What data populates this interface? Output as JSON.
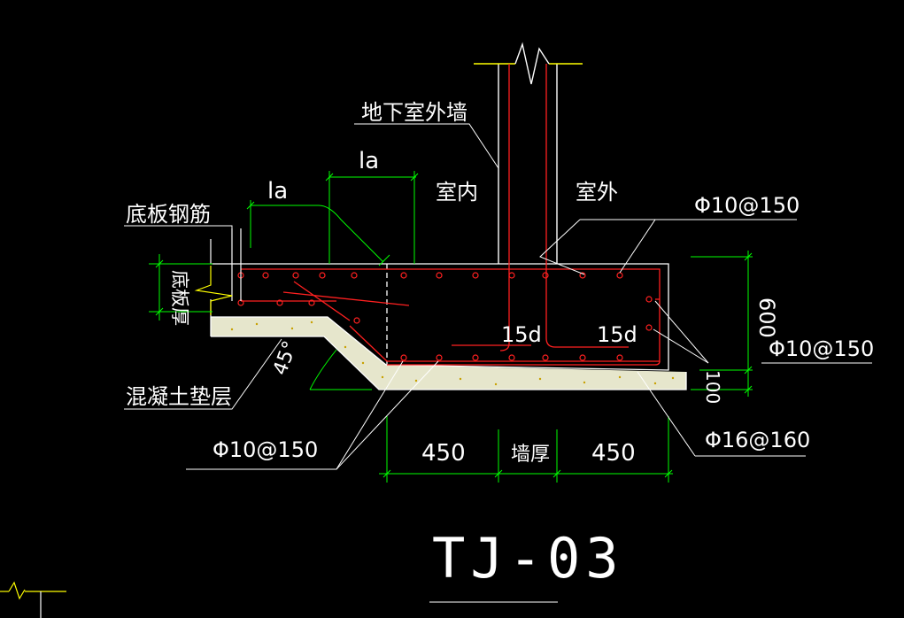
{
  "labels": {
    "basement_wall": "地下室外墙",
    "interior": "室内",
    "exterior": "室外",
    "la_top": "la",
    "la_left": "la",
    "slab_rebar": "底板钢筋",
    "slab_thickness": "底板厚",
    "concrete_cushion": "混凝土垫层",
    "angle": "45°",
    "rebar_top_right": "Φ10@150",
    "rebar_side_right": "Φ10@150",
    "rebar_bottom_left": "Φ10@150",
    "rebar_bottom_right": "Φ16@160",
    "anchor_left": "15d",
    "anchor_right": "15d",
    "dim_height": "600",
    "dim_cushion": "100",
    "dim_left": "450",
    "dim_wall": "墙厚",
    "dim_right": "450",
    "drawing_title": "TJ-03"
  },
  "colors": {
    "background": "#000000",
    "outline": "#ffffff",
    "rebar": "#ff2020",
    "dimension": "#00ff00",
    "wall_edge": "#ffff00",
    "cushion": "#e8e8c8",
    "leader": "#ffffff"
  }
}
